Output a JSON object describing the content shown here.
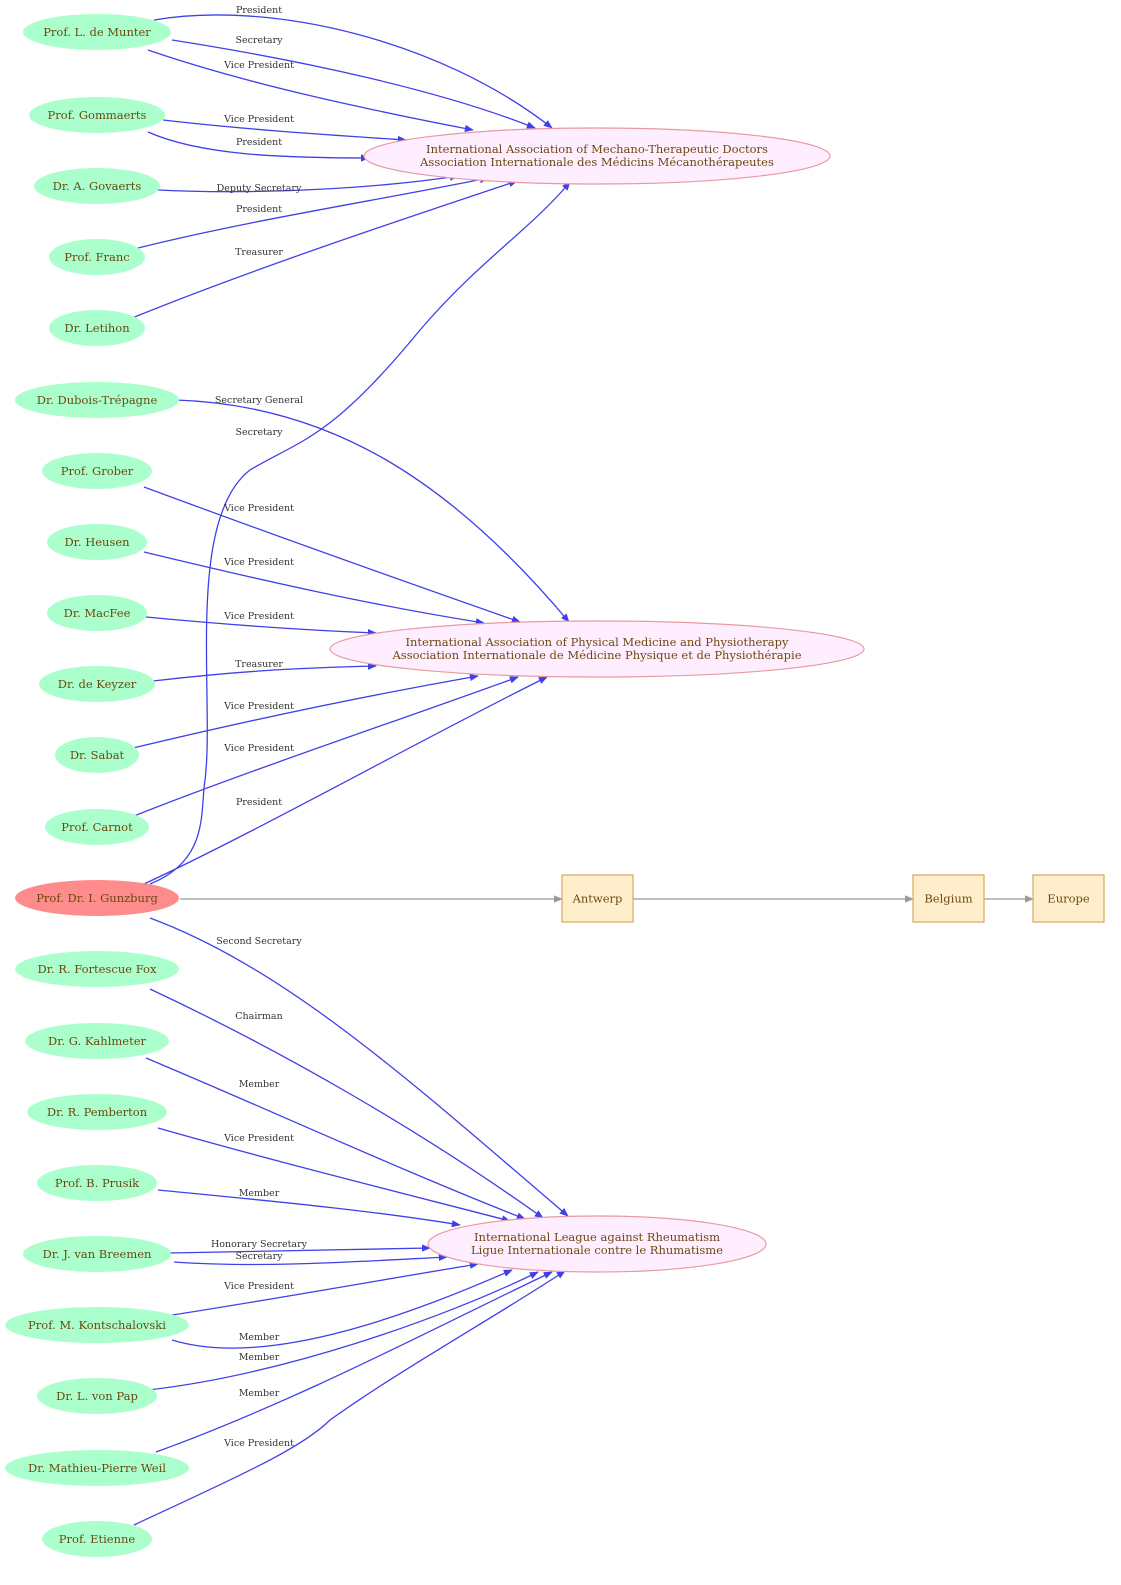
{
  "colors": {
    "person_fill": "#aaffcc",
    "central_fill": "#ff8c8c",
    "org_fill": "#ffeeff",
    "org_stroke": "#e89aa0",
    "location_fill": "#ffeecc",
    "location_stroke": "#d9a85a",
    "edge_color": "#4040e8",
    "location_edge_color": "#999999",
    "text_color": "#6b4a10"
  },
  "people": [
    {
      "id": "munter",
      "name": "Prof. L. de Munter"
    },
    {
      "id": "gommaerts",
      "name": "Prof. Gommaerts"
    },
    {
      "id": "govaerts",
      "name": "Dr. A. Govaerts"
    },
    {
      "id": "franc",
      "name": "Prof. Franc"
    },
    {
      "id": "letihon",
      "name": "Dr. Letihon"
    },
    {
      "id": "dubois",
      "name": "Dr. Dubois-Trépagne"
    },
    {
      "id": "grober",
      "name": "Prof. Grober"
    },
    {
      "id": "heusen",
      "name": "Dr. Heusen"
    },
    {
      "id": "macfee",
      "name": "Dr. MacFee"
    },
    {
      "id": "keyzer",
      "name": "Dr. de Keyzer"
    },
    {
      "id": "sabat",
      "name": "Dr. Sabat"
    },
    {
      "id": "carnot",
      "name": "Prof. Carnot"
    },
    {
      "id": "gunzburg",
      "name": "Prof. Dr. I. Gunzburg",
      "central": true
    },
    {
      "id": "fox",
      "name": "Dr. R.  Fortescue Fox"
    },
    {
      "id": "kahlmeter",
      "name": "Dr. G. Kahlmeter"
    },
    {
      "id": "pemberton",
      "name": "Dr. R. Pemberton"
    },
    {
      "id": "prusik",
      "name": "Prof. B. Prusik"
    },
    {
      "id": "breemen",
      "name": "Dr. J. van Breemen"
    },
    {
      "id": "kontschalovski",
      "name": "Prof. M. Kontschalovski"
    },
    {
      "id": "pap",
      "name": "Dr. L.  von Pap"
    },
    {
      "id": "weil",
      "name": "Dr. Mathieu-Pierre Weil"
    },
    {
      "id": "etienne",
      "name": "Prof. Etienne"
    }
  ],
  "organizations": [
    {
      "id": "mechano",
      "line1": "International Association of Mechano-Therapeutic Doctors",
      "line2": "Association Internationale des Médicins Mécanothérapeutes"
    },
    {
      "id": "physical",
      "line1": "International Association of Physical Medicine and Physiotherapy",
      "line2": "Association Internationale de Médicine Physique et de Physiothérapie"
    },
    {
      "id": "rheumatism",
      "line1": "International League against Rheumatism",
      "line2": "Ligue Internationale contre le Rhumatisme"
    }
  ],
  "locations": [
    {
      "id": "antwerp",
      "name": "Antwerp"
    },
    {
      "id": "belgium",
      "name": "Belgium"
    },
    {
      "id": "europe",
      "name": "Europe"
    }
  ],
  "roles": [
    {
      "from": "munter",
      "to": "mechano",
      "label": "President"
    },
    {
      "from": "munter",
      "to": "mechano",
      "label": "Secretary"
    },
    {
      "from": "munter",
      "to": "mechano",
      "label": "Vice President"
    },
    {
      "from": "gommaerts",
      "to": "mechano",
      "label": "Vice President"
    },
    {
      "from": "gommaerts",
      "to": "mechano",
      "label": "President"
    },
    {
      "from": "govaerts",
      "to": "mechano",
      "label": "Deputy Secretary"
    },
    {
      "from": "franc",
      "to": "mechano",
      "label": "President"
    },
    {
      "from": "letihon",
      "to": "mechano",
      "label": "Treasurer"
    },
    {
      "from": "dubois",
      "to": "physical",
      "label": "Secretary General"
    },
    {
      "from": "gunzburg",
      "to": "mechano",
      "label": "Secretary"
    },
    {
      "from": "grober",
      "to": "physical",
      "label": "Vice President"
    },
    {
      "from": "heusen",
      "to": "physical",
      "label": "Vice President"
    },
    {
      "from": "macfee",
      "to": "physical",
      "label": "Vice President"
    },
    {
      "from": "keyzer",
      "to": "physical",
      "label": "Treasurer"
    },
    {
      "from": "sabat",
      "to": "physical",
      "label": "Vice President"
    },
    {
      "from": "carnot",
      "to": "physical",
      "label": "Vice President"
    },
    {
      "from": "gunzburg",
      "to": "physical",
      "label": "President"
    },
    {
      "from": "gunzburg",
      "to": "rheumatism",
      "label": "Second Secretary"
    },
    {
      "from": "fox",
      "to": "rheumatism",
      "label": "Chairman"
    },
    {
      "from": "kahlmeter",
      "to": "rheumatism",
      "label": "Member"
    },
    {
      "from": "pemberton",
      "to": "rheumatism",
      "label": "Vice President"
    },
    {
      "from": "prusik",
      "to": "rheumatism",
      "label": "Member"
    },
    {
      "from": "breemen",
      "to": "rheumatism",
      "label": "Honorary Secretary"
    },
    {
      "from": "breemen",
      "to": "rheumatism",
      "label": "Secretary"
    },
    {
      "from": "kontschalovski",
      "to": "rheumatism",
      "label": "Vice President"
    },
    {
      "from": "kontschalovski",
      "to": "rheumatism",
      "label": "Member"
    },
    {
      "from": "pap",
      "to": "rheumatism",
      "label": "Member"
    },
    {
      "from": "weil",
      "to": "rheumatism",
      "label": "Member"
    },
    {
      "from": "etienne",
      "to": "rheumatism",
      "label": "Vice President"
    }
  ],
  "location_links": [
    {
      "from": "gunzburg",
      "to": "antwerp"
    },
    {
      "from": "antwerp",
      "to": "belgium"
    },
    {
      "from": "belgium",
      "to": "europe"
    }
  ]
}
